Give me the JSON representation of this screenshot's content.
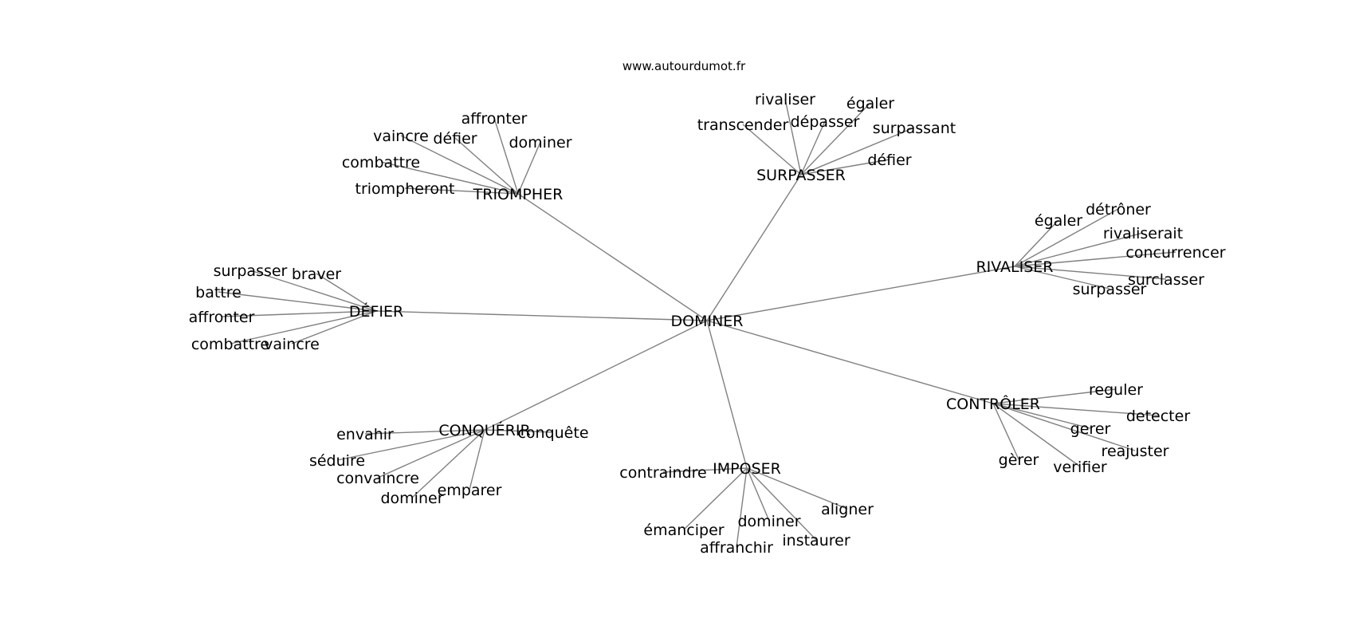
{
  "source": "www.autourdumot.fr",
  "graph": {
    "center": "DOMINER",
    "groups": [
      {
        "hub": "TRIOMPHER",
        "words": [
          "affronter",
          "vaincre",
          "défier",
          "dominer",
          "combattre",
          "triompheront"
        ]
      },
      {
        "hub": "SURPASSER",
        "words": [
          "rivaliser",
          "égaler",
          "transcender",
          "dépasser",
          "surpassant",
          "défier"
        ]
      },
      {
        "hub": "RIVALISER",
        "words": [
          "égaler",
          "détrôner",
          "rivaliserait",
          "concurrencer",
          "surclasser",
          "surpasser"
        ]
      },
      {
        "hub": "DÉFIER",
        "words": [
          "surpasser",
          "braver",
          "battre",
          "affronter",
          "combattre",
          "vaincre"
        ]
      },
      {
        "hub": "CONQUÉRIR",
        "words": [
          "envahir",
          "conquête",
          "séduire",
          "convaincre",
          "dominer",
          "emparer"
        ]
      },
      {
        "hub": "IMPOSER",
        "words": [
          "contraindre",
          "aligner",
          "dominer",
          "émanciper",
          "affranchir",
          "instaurer"
        ]
      },
      {
        "hub": "CONTRÔLER",
        "words": [
          "reguler",
          "detecter",
          "gerer",
          "reajuster",
          "gèrer",
          "verifier"
        ]
      }
    ]
  },
  "colors": {
    "edge": "#808080",
    "text": "#000000",
    "background": "#ffffff"
  }
}
